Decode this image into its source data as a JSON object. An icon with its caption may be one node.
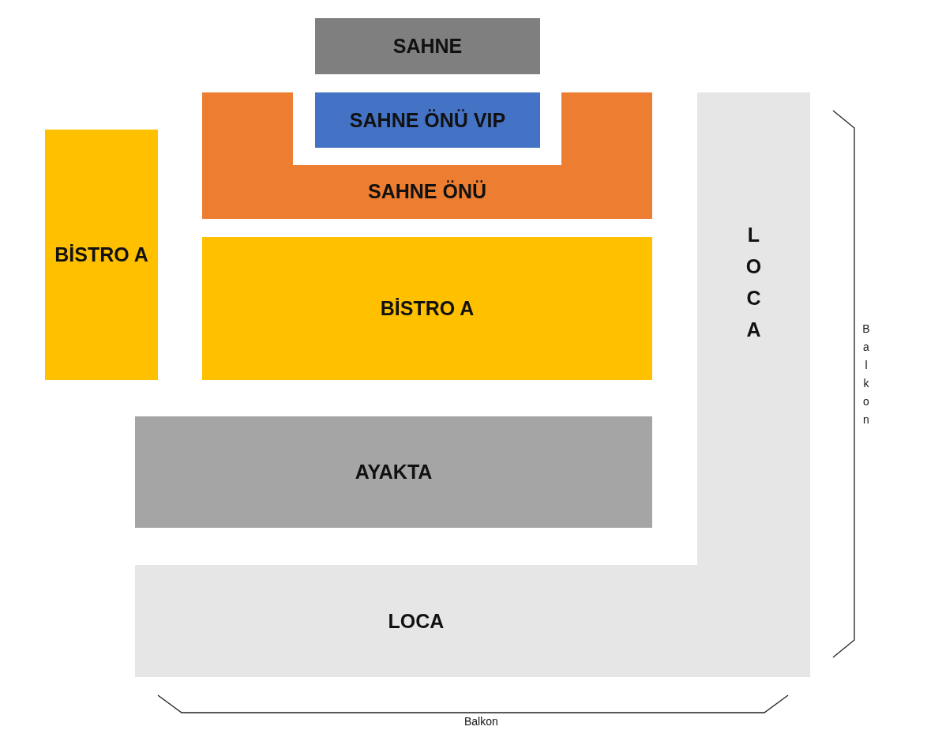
{
  "diagram": {
    "nodes": [
      {
        "text": [
          "SAHNE"
        ]
      },
      {
        "text": [
          "SAHNE ÖNÜ VIP"
        ]
      },
      {
        "text": [
          "SAHNE ÖNÜ"
        ]
      },
      {
        "text": [
          "BİSTRO A"
        ]
      },
      {
        "text": [
          "BİSTRO A"
        ]
      },
      {
        "text": [
          "AYAKTA"
        ]
      },
      {
        "text": [
          "L O C A"
        ]
      },
      {
        "text": [
          "LOCA"
        ]
      }
    ],
    "edges": [],
    "labels": [
      "B a l k o n",
      "Balkon"
    ]
  }
}
